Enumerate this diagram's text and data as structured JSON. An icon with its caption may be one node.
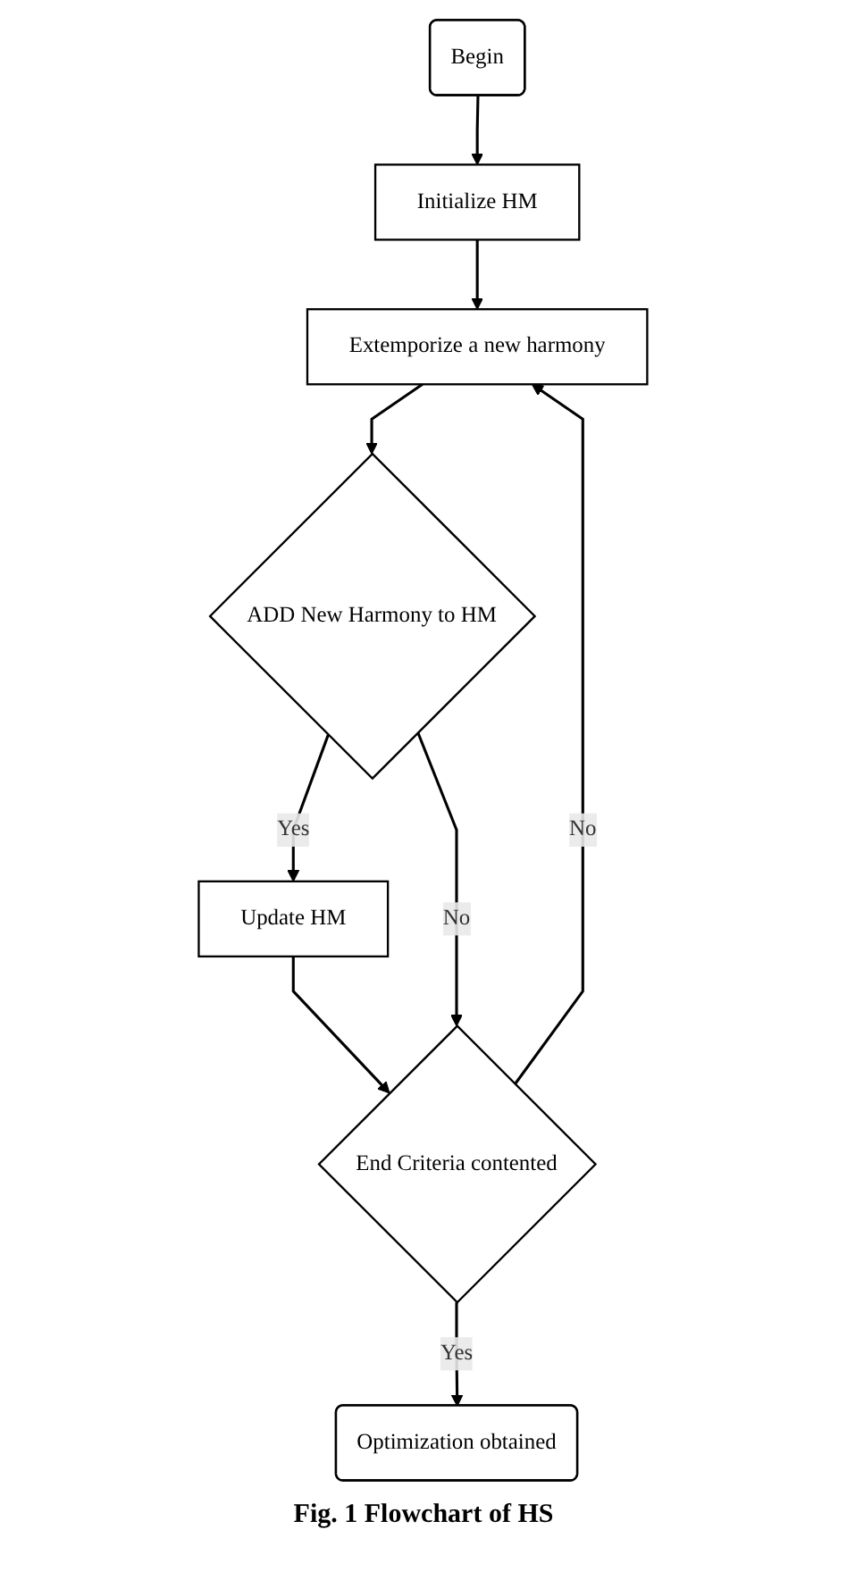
{
  "diagram": {
    "caption": "Fig. 1 Flowchart of HS",
    "nodes": [
      {
        "text": [
          "Begin"
        ]
      },
      {
        "text": [
          "Initialize HM"
        ]
      },
      {
        "text": [
          "Extemporize a new harmony"
        ]
      },
      {
        "text": [
          "ADD New Harmony to HM"
        ]
      },
      {
        "text": [
          "Update HM"
        ]
      },
      {
        "text": [
          "End Criteria contented"
        ]
      },
      {
        "text": [
          "Optimization obtained"
        ]
      }
    ],
    "edges": [
      {
        "from": 0,
        "to": 1,
        "arrow": "to"
      },
      {
        "from": 1,
        "to": 2,
        "arrow": "to"
      },
      {
        "from": 2,
        "to": 3,
        "arrow": "to"
      },
      {
        "from": 3,
        "to": 4,
        "arrow": "to",
        "label": "Yes"
      },
      {
        "from": 4,
        "to": 5,
        "arrow": "to"
      },
      {
        "from": 3,
        "to": 5,
        "arrow": "to",
        "label": "No"
      },
      {
        "from": 5,
        "to": 2,
        "arrow": "to",
        "label": "No"
      },
      {
        "from": 5,
        "to": 6,
        "arrow": "to",
        "label": "Yes"
      }
    ]
  }
}
